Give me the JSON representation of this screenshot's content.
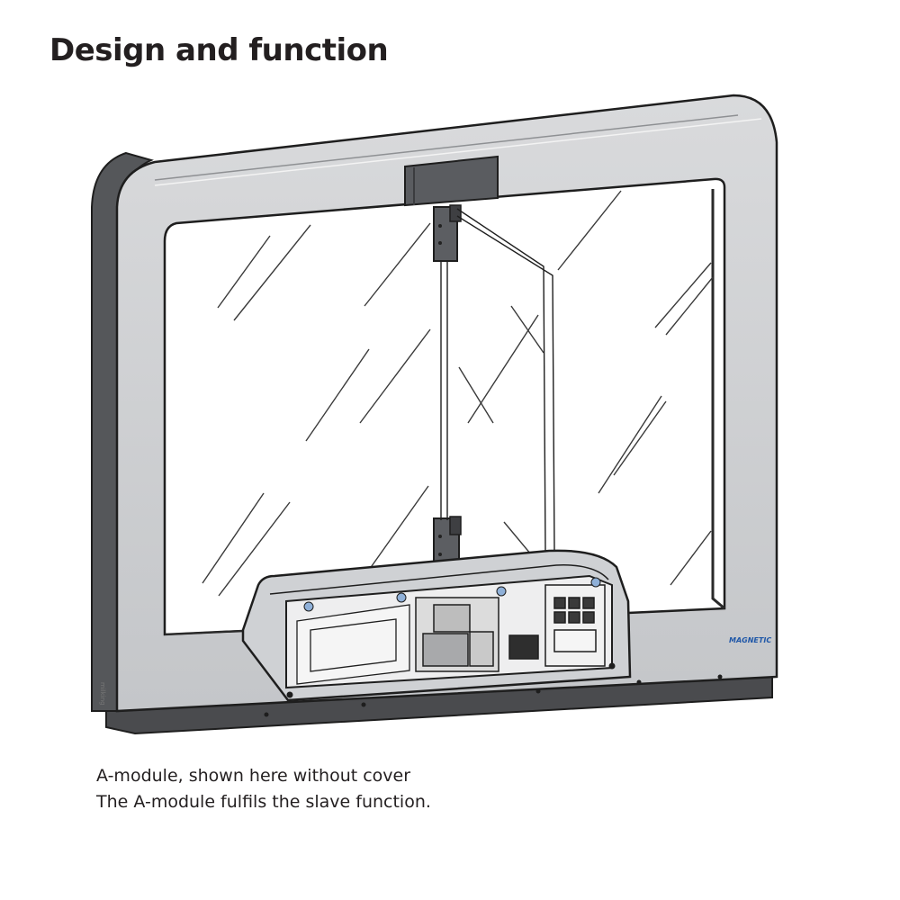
{
  "title": "Design and function",
  "figure": {
    "logo": "MAGNETIC",
    "side_label": "milking"
  },
  "caption": {
    "line1": "A-module, shown here without cover",
    "line2": "The A-module fulfils the slave function."
  }
}
